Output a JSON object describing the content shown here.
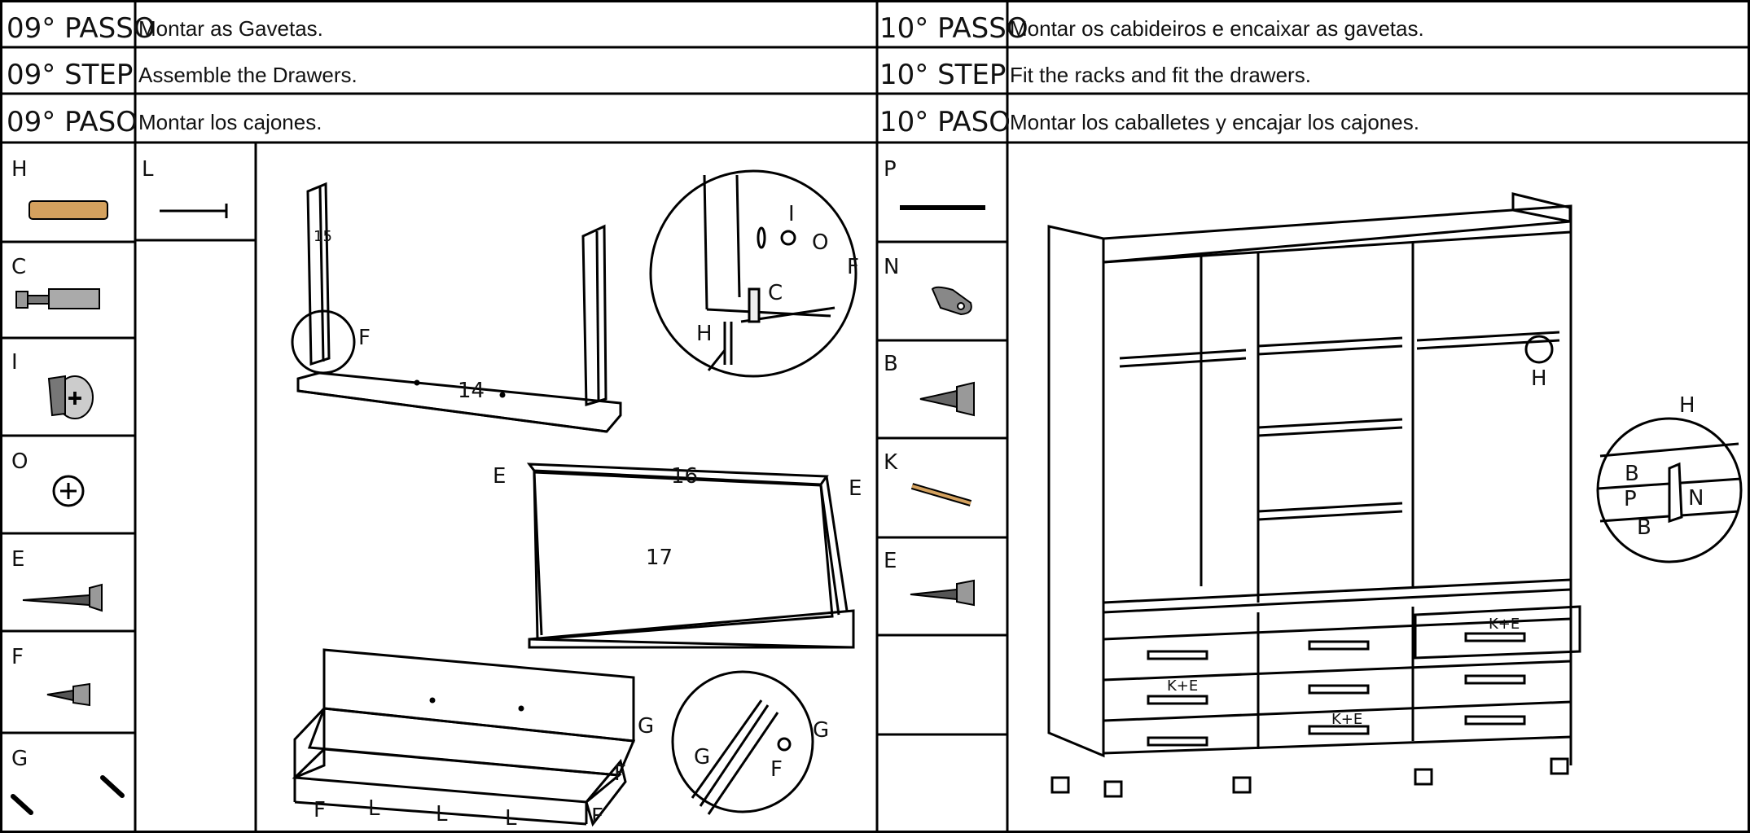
{
  "left": {
    "rows": [
      {
        "step": "09° PASSO",
        "text": "Montar as Gavetas."
      },
      {
        "step": "09°  STEP",
        "text": "Assemble the Drawers."
      },
      {
        "step": "09° PASO",
        "text": "Montar los cajones."
      }
    ],
    "parts": [
      "H",
      "C",
      "I",
      "O",
      "E",
      "F",
      "G"
    ],
    "part_l": "L",
    "callouts": {
      "f1": "F",
      "i": "I",
      "o": "O",
      "f2": "F",
      "c": "C",
      "h": "H",
      "n14": "14",
      "n15": "15",
      "n16": "16",
      "n17": "17",
      "e1": "E",
      "e2": "E",
      "g1": "G",
      "g2": "G",
      "g3": "G",
      "f3": "F",
      "f4": "F",
      "f5": "F",
      "f6": "F",
      "l1": "L",
      "l2": "L",
      "l3": "L"
    }
  },
  "right": {
    "rows": [
      {
        "step": "10° PASSO",
        "text": "Montar os cabideiros e encaixar as gavetas."
      },
      {
        "step": "10°  STEP",
        "text": "Fit the racks and fit the drawers."
      },
      {
        "step": "10° PASO",
        "text": "Montar los caballetes y encajar los cajones."
      }
    ],
    "parts": [
      "P",
      "N",
      "B",
      "K",
      "E"
    ],
    "callouts": {
      "h1": "H",
      "h2": "H",
      "b1": "B",
      "p": "P",
      "n": "N",
      "b2": "B",
      "ke1": "K+E",
      "ke2": "K+E",
      "ke3": "K+E"
    }
  }
}
